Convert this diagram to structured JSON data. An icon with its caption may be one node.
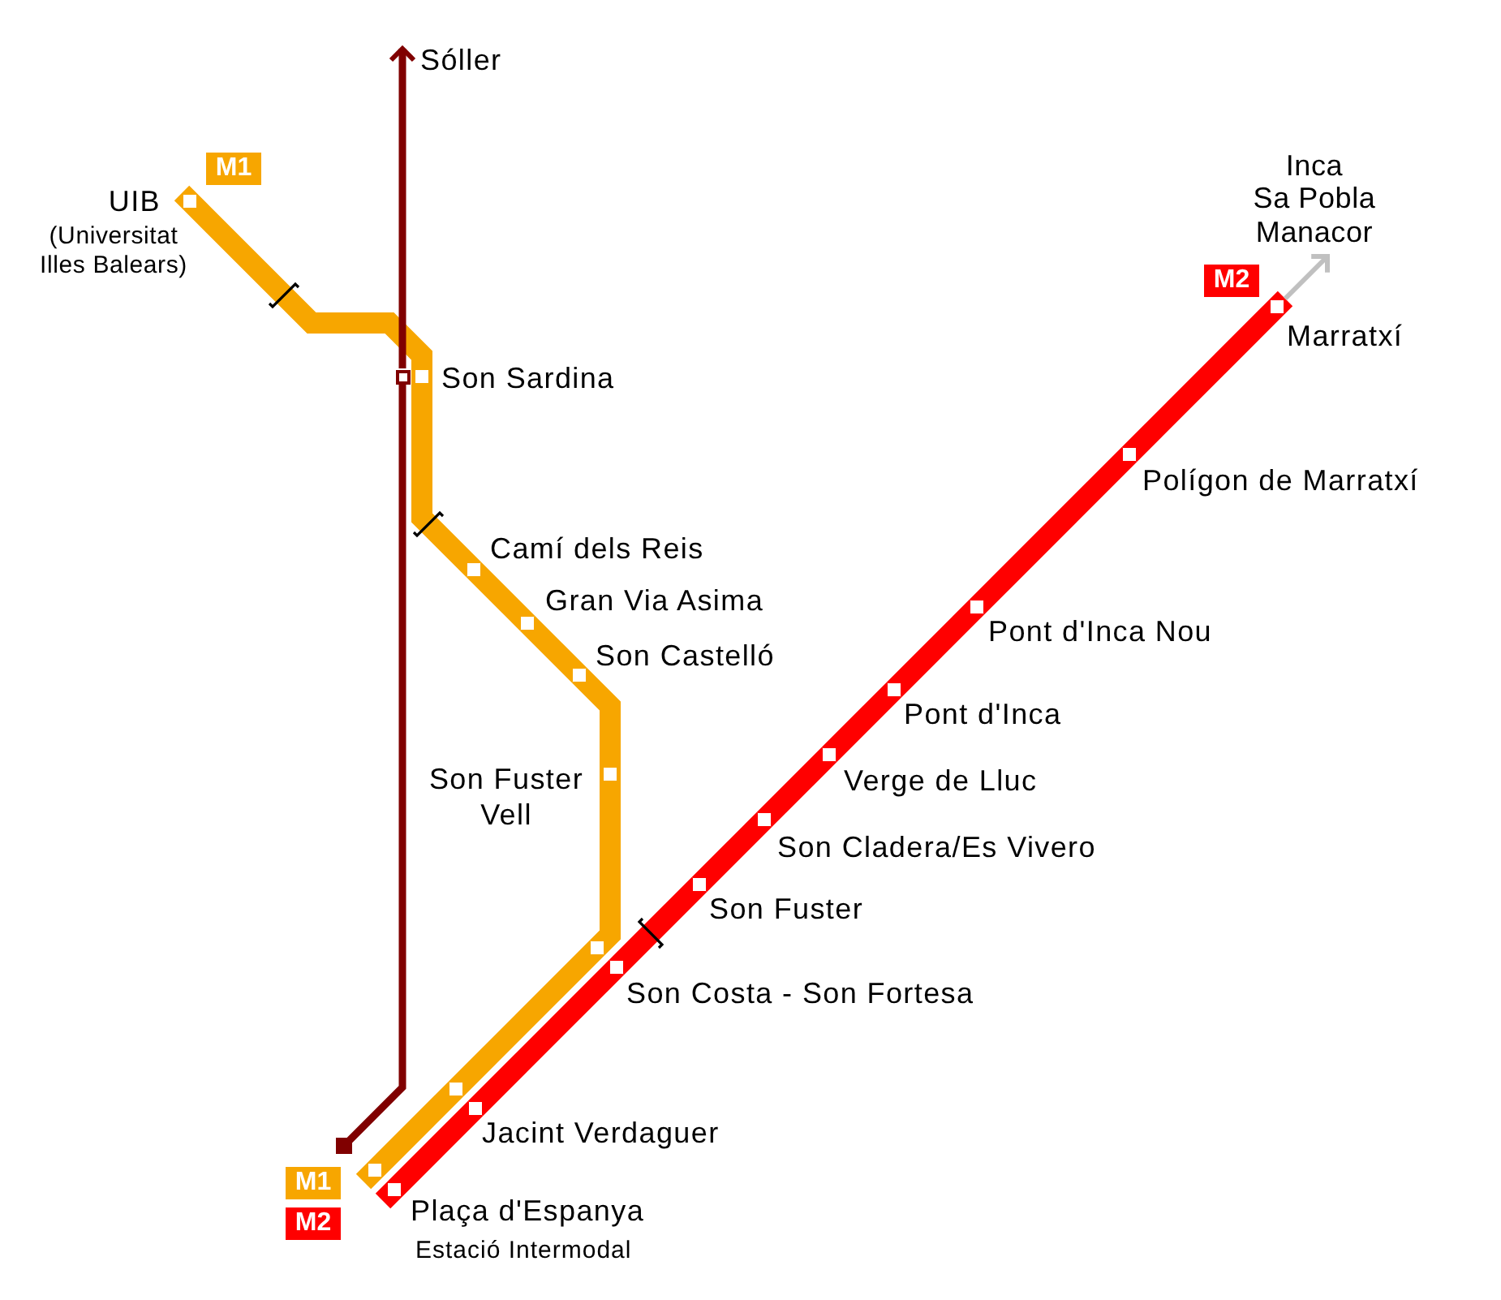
{
  "diagram": {
    "nodes": [
      {
        "text": [
          "Sóller"
        ]
      },
      {
        "text": [
          "M1"
        ]
      },
      {
        "text": [
          "UIB",
          "(Universitat Illes Balears)"
        ]
      },
      {
        "text": [
          "Inca",
          "Sa Pobla",
          "Manacor"
        ]
      },
      {
        "text": [
          "M2"
        ]
      },
      {
        "text": [
          "Marratxí"
        ]
      },
      {
        "text": [
          "Son Sardina"
        ]
      },
      {
        "text": [
          "Polígon de Marratxí"
        ]
      },
      {
        "text": [
          "Camí dels Reis"
        ]
      },
      {
        "text": [
          "Gran Via Asima"
        ]
      },
      {
        "text": [
          "Pont d'Inca Nou"
        ]
      },
      {
        "text": [
          "Son Castelló"
        ]
      },
      {
        "text": [
          "Pont d'Inca"
        ]
      },
      {
        "text": [
          "Son Fuster Vell"
        ]
      },
      {
        "text": [
          "Verge de Lluc"
        ]
      },
      {
        "text": [
          "Son Cladera/Es Vivero"
        ]
      },
      {
        "text": [
          "Son Fuster"
        ]
      },
      {
        "text": [
          "Son Costa - Son Fortesa"
        ]
      },
      {
        "text": [
          "Jacint Verdaguer"
        ]
      },
      {
        "text": [],
        "shape": "box"
      },
      {
        "text": [
          "M1"
        ]
      },
      {
        "text": [
          "Plaça d'Espanya",
          "Estació Intermodal"
        ]
      },
      {
        "text": [
          "M2"
        ]
      }
    ],
    "edges": [
      {
        "from": 2,
        "to": 6,
        "arrow": "none",
        "color": "#f7a600"
      },
      {
        "from": 6,
        "to": 8,
        "arrow": "none",
        "color": "#f7a600"
      },
      {
        "from": 8,
        "to": 9,
        "arrow": "none",
        "color": "#f7a600"
      },
      {
        "from": 9,
        "to": 11,
        "arrow": "none",
        "color": "#f7a600"
      },
      {
        "from": 11,
        "to": 13,
        "arrow": "none",
        "color": "#f7a600"
      },
      {
        "from": 13,
        "to": 17,
        "arrow": "none",
        "color": "#f7a600"
      },
      {
        "from": 17,
        "to": 18,
        "arrow": "none",
        "color": "#f7a600"
      },
      {
        "from": 18,
        "to": 21,
        "arrow": "none",
        "color": "#f7a600"
      },
      {
        "from": 5,
        "to": 7,
        "arrow": "none",
        "color": "#ff0000"
      },
      {
        "from": 7,
        "to": 10,
        "arrow": "none",
        "color": "#ff0000"
      },
      {
        "from": 10,
        "to": 12,
        "arrow": "none",
        "color": "#ff0000"
      },
      {
        "from": 12,
        "to": 14,
        "arrow": "none",
        "color": "#ff0000"
      },
      {
        "from": 14,
        "to": 15,
        "arrow": "none",
        "color": "#ff0000"
      },
      {
        "from": 15,
        "to": 16,
        "arrow": "none",
        "color": "#ff0000"
      },
      {
        "from": 16,
        "to": 17,
        "arrow": "none",
        "color": "#ff0000"
      },
      {
        "from": 17,
        "to": 18,
        "arrow": "none",
        "color": "#ff0000"
      },
      {
        "from": 18,
        "to": 21,
        "arrow": "none",
        "color": "#ff0000"
      },
      {
        "from": 19,
        "to": 6,
        "arrow": "none",
        "color": "#800000"
      },
      {
        "from": 6,
        "to": 0,
        "arrow": "to",
        "color": "#800000"
      },
      {
        "from": 5,
        "to": 3,
        "arrow": "to",
        "color": "#c0c0c0"
      }
    ]
  }
}
